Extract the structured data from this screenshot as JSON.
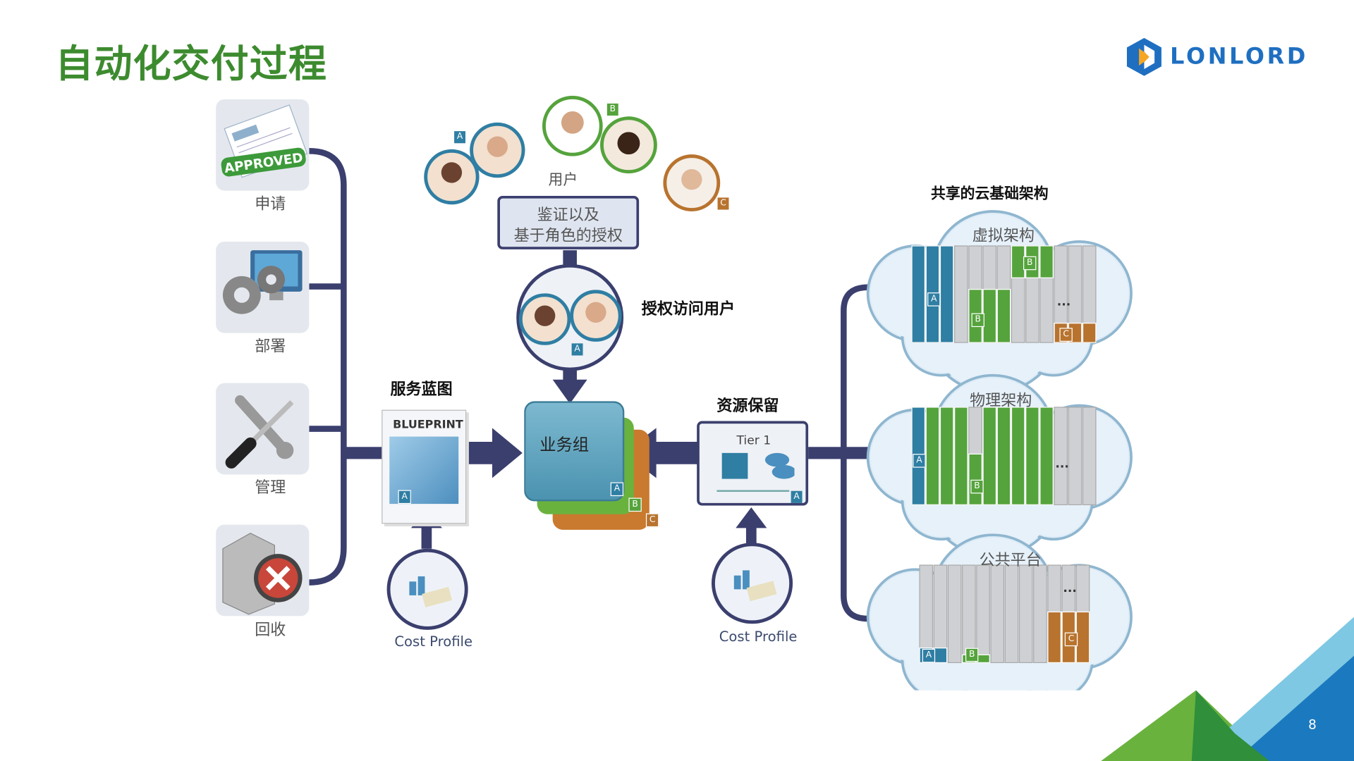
{
  "title": "自动化交付过程",
  "logo": {
    "text": "LONLORD",
    "color": "#1f6fc1"
  },
  "lifecycle": [
    {
      "label": "申请",
      "icon": "approved-document-icon",
      "stamp": "APPROVED"
    },
    {
      "label": "部署",
      "icon": "gears-monitor-icon"
    },
    {
      "label": "管理",
      "icon": "tools-icon"
    },
    {
      "label": "回收",
      "icon": "server-delete-icon"
    }
  ],
  "users": {
    "label": "用户",
    "badges": [
      "A",
      "B",
      "C"
    ]
  },
  "auth_box": {
    "line1": "鉴证以及",
    "line2": "基于角色的授权"
  },
  "authorized_users": {
    "label": "授权访问用户",
    "badge": "A"
  },
  "blueprint": {
    "label": "服务蓝图",
    "doc_title": "BLUEPRINT",
    "badge": "A"
  },
  "business_group": {
    "label": "业务组",
    "badges": [
      "A",
      "B",
      "C"
    ]
  },
  "reservation": {
    "label": "资源保留",
    "tier": "Tier 1",
    "badge": "A"
  },
  "cost_profiles": [
    "Cost Profile",
    "Cost Profile"
  ],
  "cloud": {
    "title": "共享的云基础架构",
    "clouds": [
      {
        "label": "虚拟架构",
        "badges": [
          "A",
          "B",
          "B",
          "C"
        ]
      },
      {
        "label": "物理架构",
        "badges": [
          "A",
          "B"
        ]
      },
      {
        "label": "公共平台",
        "badges": [
          "A",
          "B",
          "C"
        ]
      }
    ],
    "ellipsis": "..."
  },
  "page_number": "8",
  "colors": {
    "title": "#3d8b2f",
    "navy": "#3b3f6e",
    "A": "#2f7ea3",
    "B": "#55a33c",
    "C": "#b8732e"
  }
}
